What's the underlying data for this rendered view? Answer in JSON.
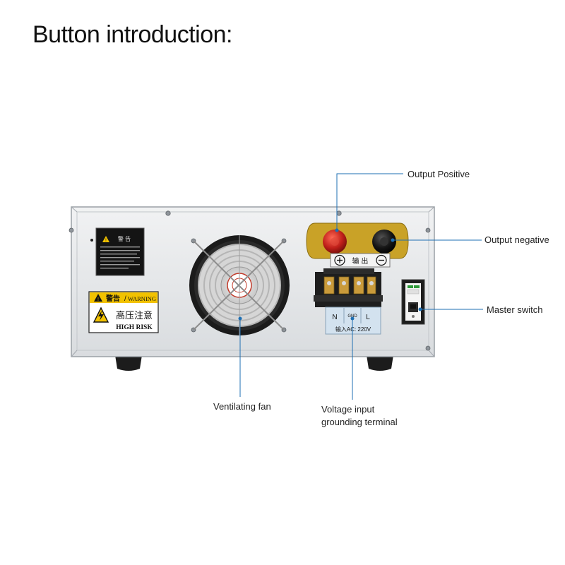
{
  "title": "Button introduction:",
  "callouts": {
    "output_positive": "Output Positive",
    "output_negative": "Output negative",
    "master_switch": "Master switch",
    "ventilating_fan": "Ventilating fan",
    "voltage_input": [
      "Voltage input",
      "grounding terminal"
    ]
  },
  "panel_labels": {
    "warning_header_cn": "警告",
    "warning_header_en": "WARNING",
    "high_voltage_cn": "高压注意",
    "high_risk": "HIGH RISK",
    "output_cn": "输 出",
    "terminal_n": "N",
    "terminal_gnd": "GND",
    "terminal_l": "L",
    "input_ac": "输入AC: 220V",
    "notice_header_cn": "警 告"
  },
  "colors": {
    "line": "#1e6fb3",
    "chassis": "#e6e8ea",
    "output_plate": "#c9a227",
    "positive_knob": "#c0201a",
    "negative_knob": "#111111",
    "warning_yellow": "#f2c200"
  },
  "icons": [
    "plus-icon",
    "minus-icon",
    "high-voltage-icon",
    "warning-triangle-icon",
    "fan-icon"
  ]
}
